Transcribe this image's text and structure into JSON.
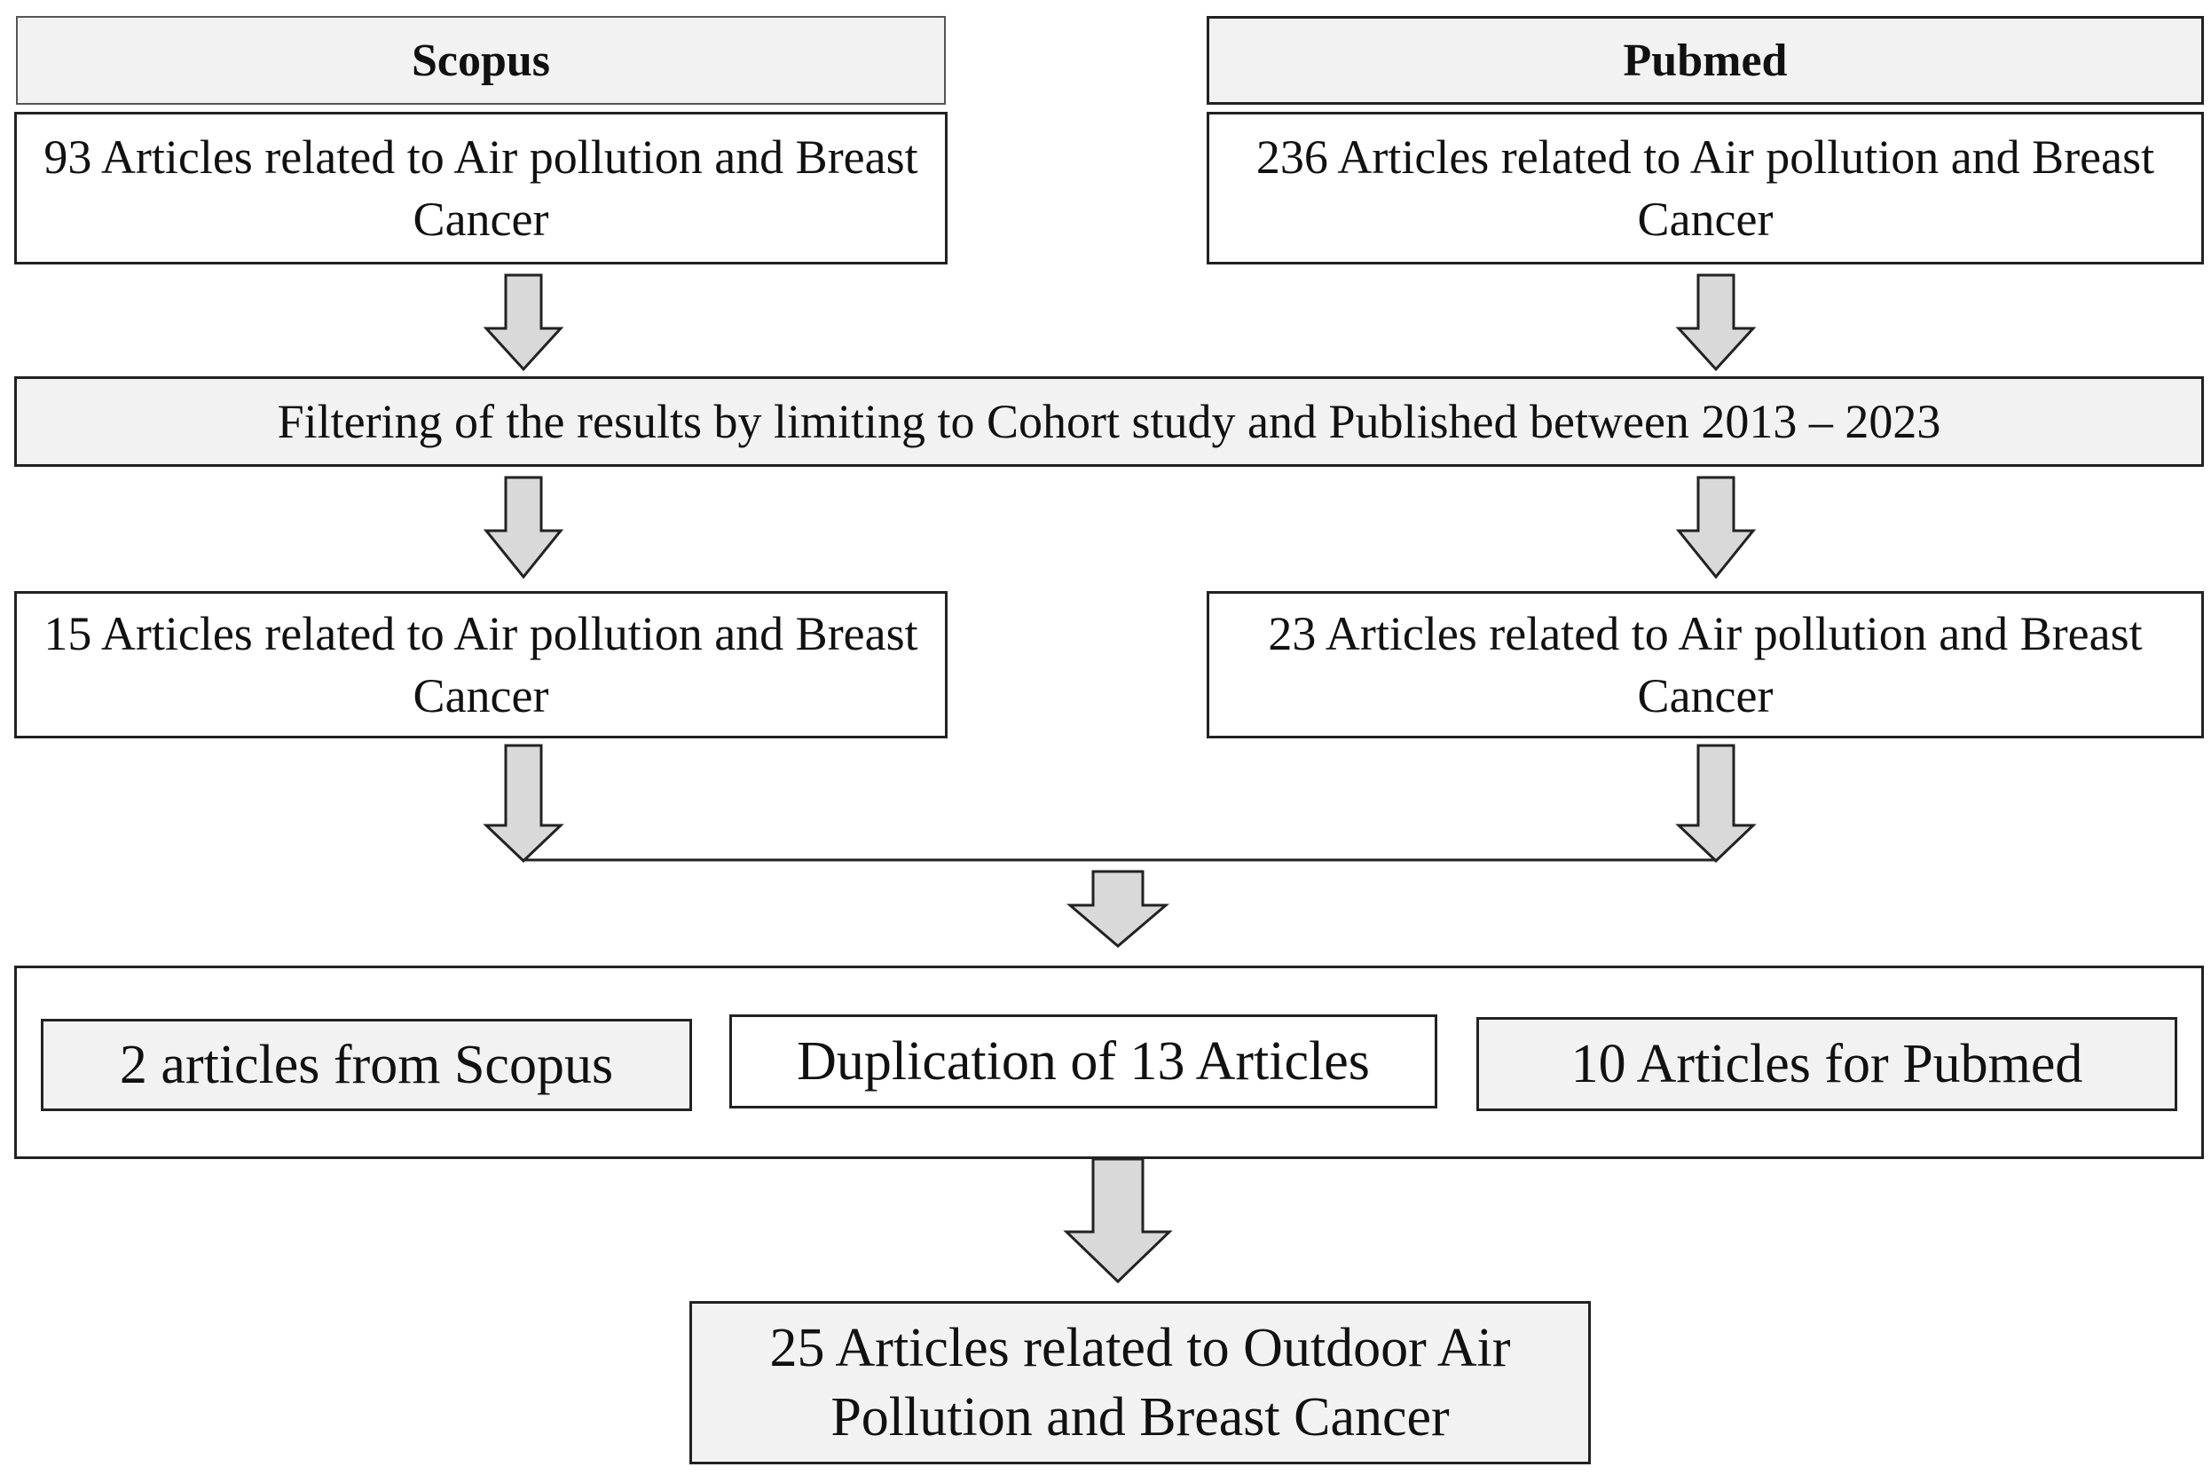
{
  "columns": {
    "left": {
      "header": "Scopus",
      "initial": "93 Articles related to Air pollution and Breast Cancer",
      "filtered": "15 Articles related to Air pollution and Breast Cancer"
    },
    "right": {
      "header": "Pubmed",
      "initial": "236 Articles related to Air pollution and Breast Cancer",
      "filtered": "23 Articles related to Air pollution and Breast Cancer"
    }
  },
  "filter_step": "Filtering of the results by limiting to Cohort study and Published between 2013 – 2023",
  "merge_step": {
    "scopus_only": "2 articles from Scopus",
    "duplicates": "Duplication of 13 Articles",
    "pubmed_only": "10 Articles for Pubmed"
  },
  "final": "25 Articles related to Outdoor Air Pollution and Breast Cancer"
}
